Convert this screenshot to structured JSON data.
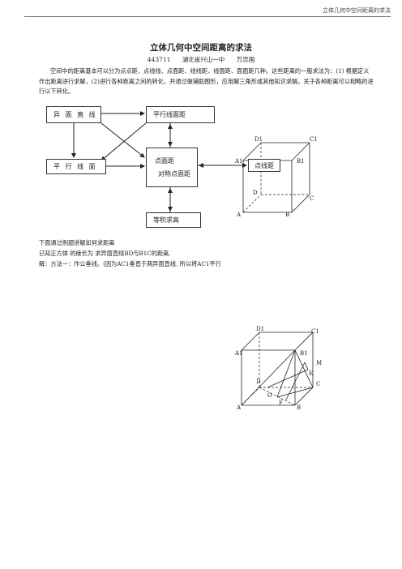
{
  "header": {
    "running_title": "立体几何中空间距离的求法"
  },
  "title": "立体几何中空间距离的求法",
  "author": {
    "code": "443711",
    "school": "湖北省兴山一中",
    "name": "万忠国"
  },
  "intro": "空间中的距离基本可以分为点点距、点线线、点面距、线线距、线面距、面面距几种。这些距离的一般求法为：(1) 根据定义作出距离进行求解，(2)进行各种距离之间的转化，并通过做辅助图形，应用解三角形或其他知识求解。关于各种距离可以相略的进行以下转化。",
  "flowchart": {
    "skew_lines": "异 面 直 线",
    "parallel_line_plane": "平行线面距",
    "parallel_line_plane2": "平 行 线 面",
    "point_plane": "点面距",
    "symmetric_point_plane": "对称点面距",
    "point_line": "点线距",
    "equal_volume": "等积求高"
  },
  "cube1": {
    "labels": [
      "D1",
      "C1",
      "A1",
      "B1",
      "D",
      "C",
      "A",
      "B"
    ]
  },
  "body_lines": [
    "下面通过例题讲解如何求距离",
    "已知正方体  的棱长为  求异面直线BD与B1C的距离.",
    "解：方法一：作公垂线。(因为AC1垂直于两异面直线, 所以将AC1平行"
  ],
  "cube2": {
    "labels": [
      "D1",
      "C1",
      "A1",
      "B1",
      "M",
      "E",
      "D",
      "C",
      "O",
      "F",
      "A",
      "B"
    ]
  }
}
